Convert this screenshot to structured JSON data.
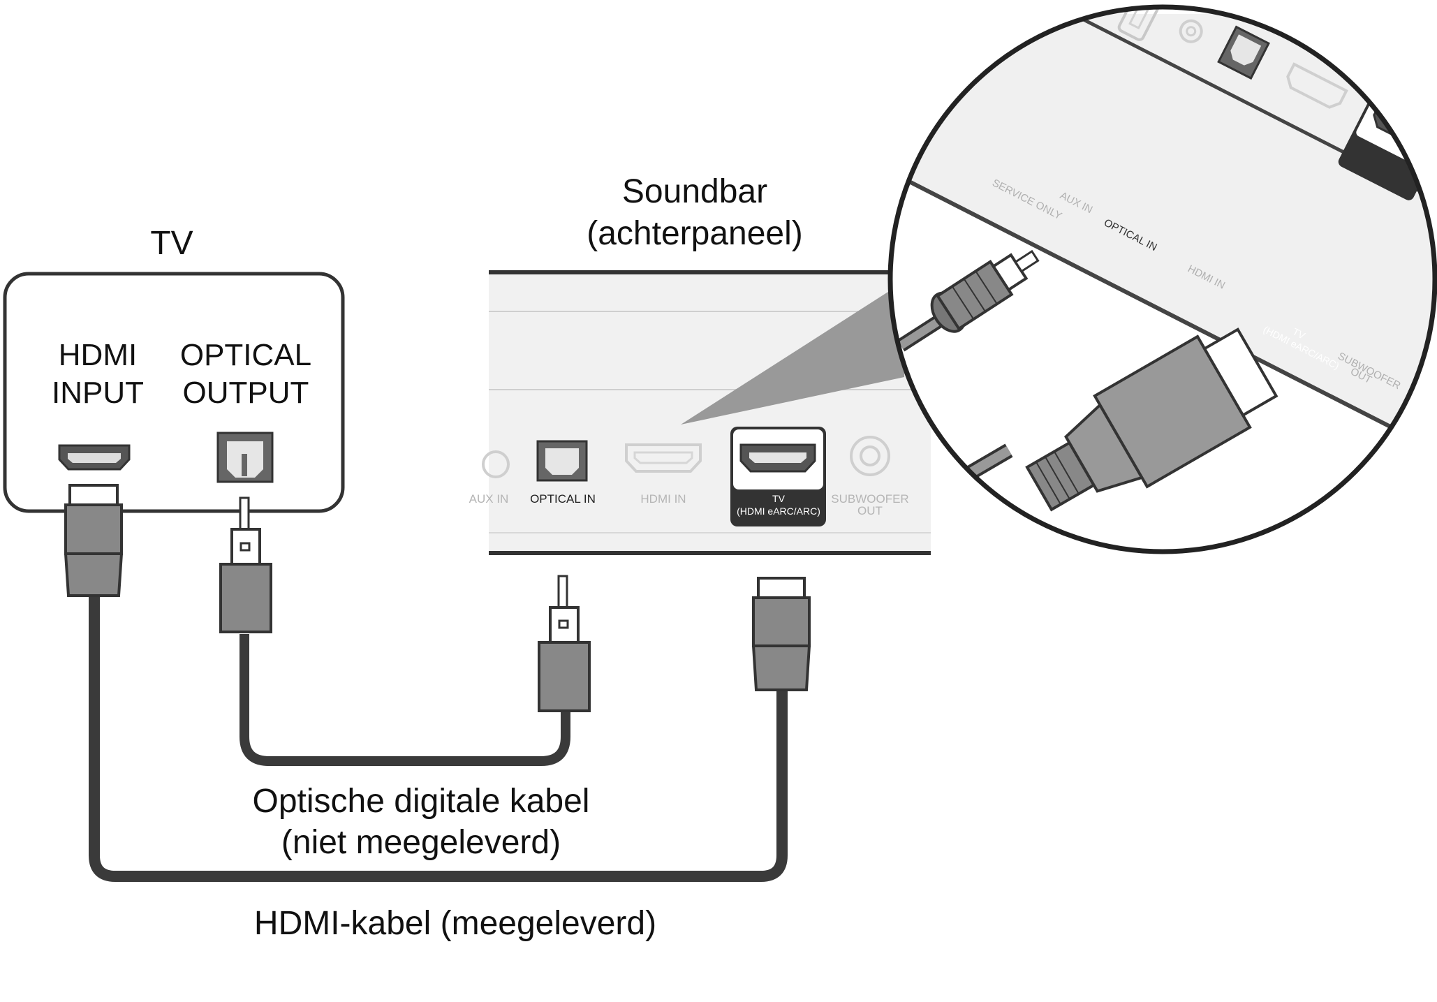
{
  "tv": {
    "title": "TV",
    "hdmi_label_line1": "HDMI",
    "hdmi_label_line2": "INPUT",
    "optical_label_line1": "OPTICAL",
    "optical_label_line2": "OUTPUT"
  },
  "soundbar": {
    "title_line1": "Soundbar",
    "title_line2": "(achterpaneel)",
    "ports": {
      "aux_in": "AUX IN",
      "optical_in": "OPTICAL IN",
      "hdmi_in": "HDMI IN",
      "tv_line1": "TV",
      "tv_line2": "(HDMI eARC/ARC)",
      "subwoofer_line1": "SUBWOOFER",
      "subwoofer_line2": "OUT"
    }
  },
  "zoom": {
    "service_only": "SERVICE ONLY",
    "aux_in": "AUX IN",
    "optical_in": "OPTICAL IN",
    "hdmi_in": "HDMI IN",
    "tv_line1": "TV",
    "tv_line2": "(HDMI eARC/ARC)",
    "subwoofer_line1": "SUBWOOFER",
    "subwoofer_line2": "OUT"
  },
  "cables": {
    "optical_line1": "Optische digitale kabel",
    "optical_line2": "(niet meegeleverd)",
    "hdmi": "HDMI-kabel (meegeleverd)"
  }
}
